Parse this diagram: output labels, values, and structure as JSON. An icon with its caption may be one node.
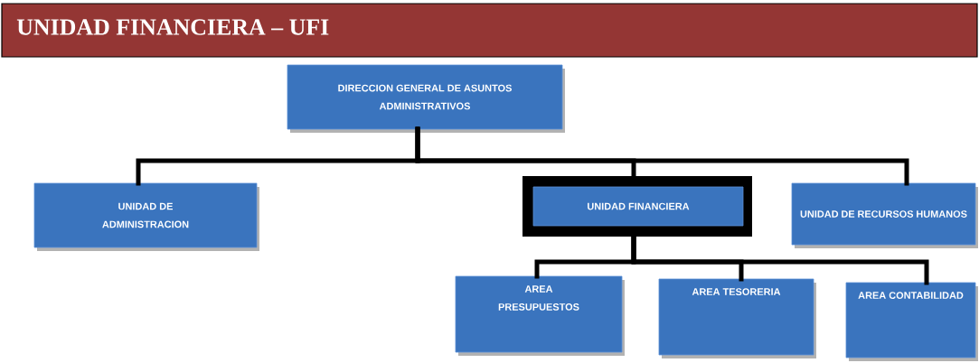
{
  "diagram": {
    "title": "UNIDAD FINANCIERA – UFI",
    "nodes": [
      {
        "text": [
          "DIRECCION GENERAL DE ASUNTOS ADMINISTRATIVOS"
        ]
      },
      {
        "text": [
          "UNIDAD DE ADMINISTRACION"
        ]
      },
      {
        "text": [
          "UNIDAD FINANCIERA"
        ]
      },
      {
        "text": [
          "UNIDAD DE RECURSOS HUMANOS"
        ]
      },
      {
        "text": [
          "AREA PRESUPUESTOS"
        ]
      },
      {
        "text": [
          "AREA TESORERIA"
        ]
      },
      {
        "text": [
          "AREA CONTABILIDAD"
        ]
      }
    ],
    "edges": [
      {
        "from": 0,
        "to": 1,
        "arrow": "none"
      },
      {
        "from": 0,
        "to": 2,
        "arrow": "none"
      },
      {
        "from": 0,
        "to": 3,
        "arrow": "none"
      },
      {
        "from": 2,
        "to": 4,
        "arrow": "none"
      },
      {
        "from": 2,
        "to": 5,
        "arrow": "none"
      },
      {
        "from": 2,
        "to": 6,
        "arrow": "none"
      }
    ]
  }
}
